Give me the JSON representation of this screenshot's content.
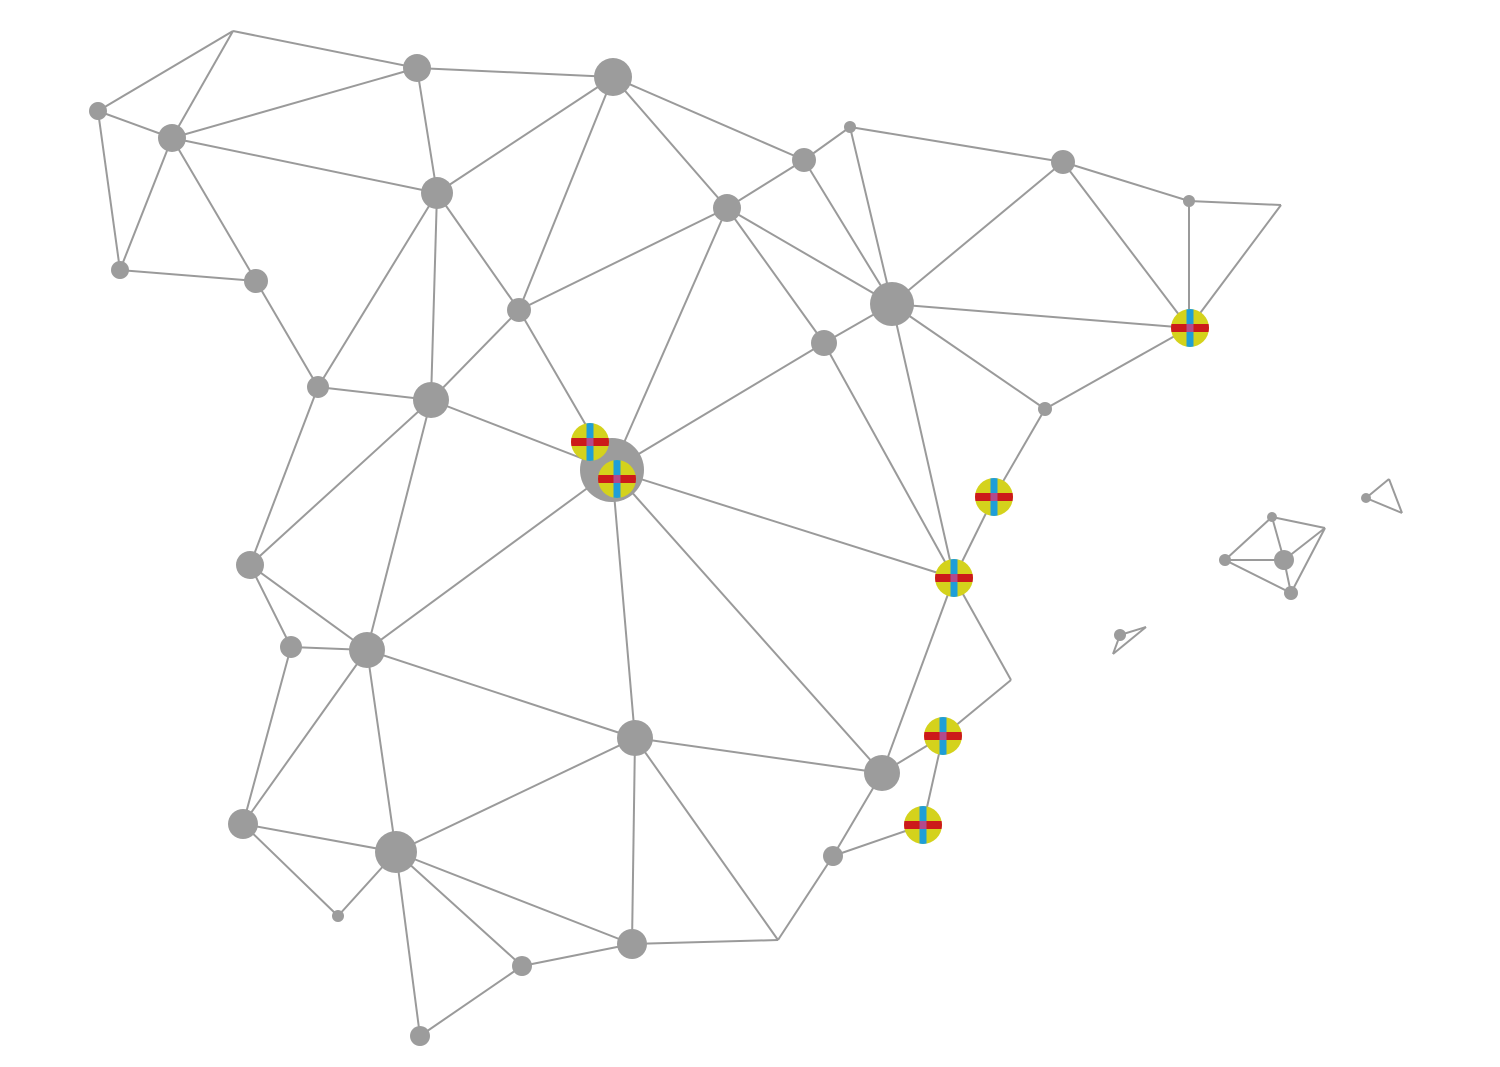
{
  "map": {
    "colors": {
      "background": "#ffffff",
      "edge": "#9a9a9a",
      "node": "#9c9c9c",
      "marker_yellow": "#d4d21c",
      "marker_red": "#cc1a1a",
      "marker_blue": "#1f9ed8"
    },
    "node_icon": "network-node-dot",
    "marker_icon": "yellow-disc-red-blue-cross-marker",
    "marker_count": 7
  }
}
